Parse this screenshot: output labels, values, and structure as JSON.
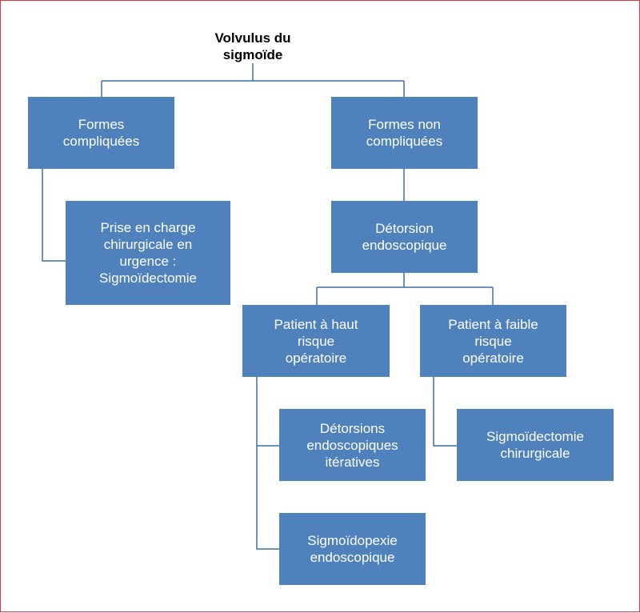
{
  "colors": {
    "box": "#4f81bd",
    "line": "#3f6ea8",
    "frame": "#d23a4b"
  },
  "root": "Volvulus du\nsigmoïde",
  "nodes": {
    "formes_compliquees": "Formes\ncompliquées",
    "formes_non_compliquees": "Formes non\ncompliquées",
    "prise_en_charge": "Prise en charge\nchirurgicale en\nurgence :\nSigmoïdectomie",
    "detorsion": "Détorsion\nendoscopique",
    "haut_risque": "Patient à haut\nrisque\nopératoire",
    "faible_risque": "Patient à faible\nrisque\nopératoire",
    "detorsions_iteratives": "Détorsions\nendoscopiques\nitératives",
    "sigmoidopexie": "Sigmoïdopexie\nendoscopique",
    "sigmoidectomie_chir": "Sigmoïdectomie\nchirurgicale"
  }
}
